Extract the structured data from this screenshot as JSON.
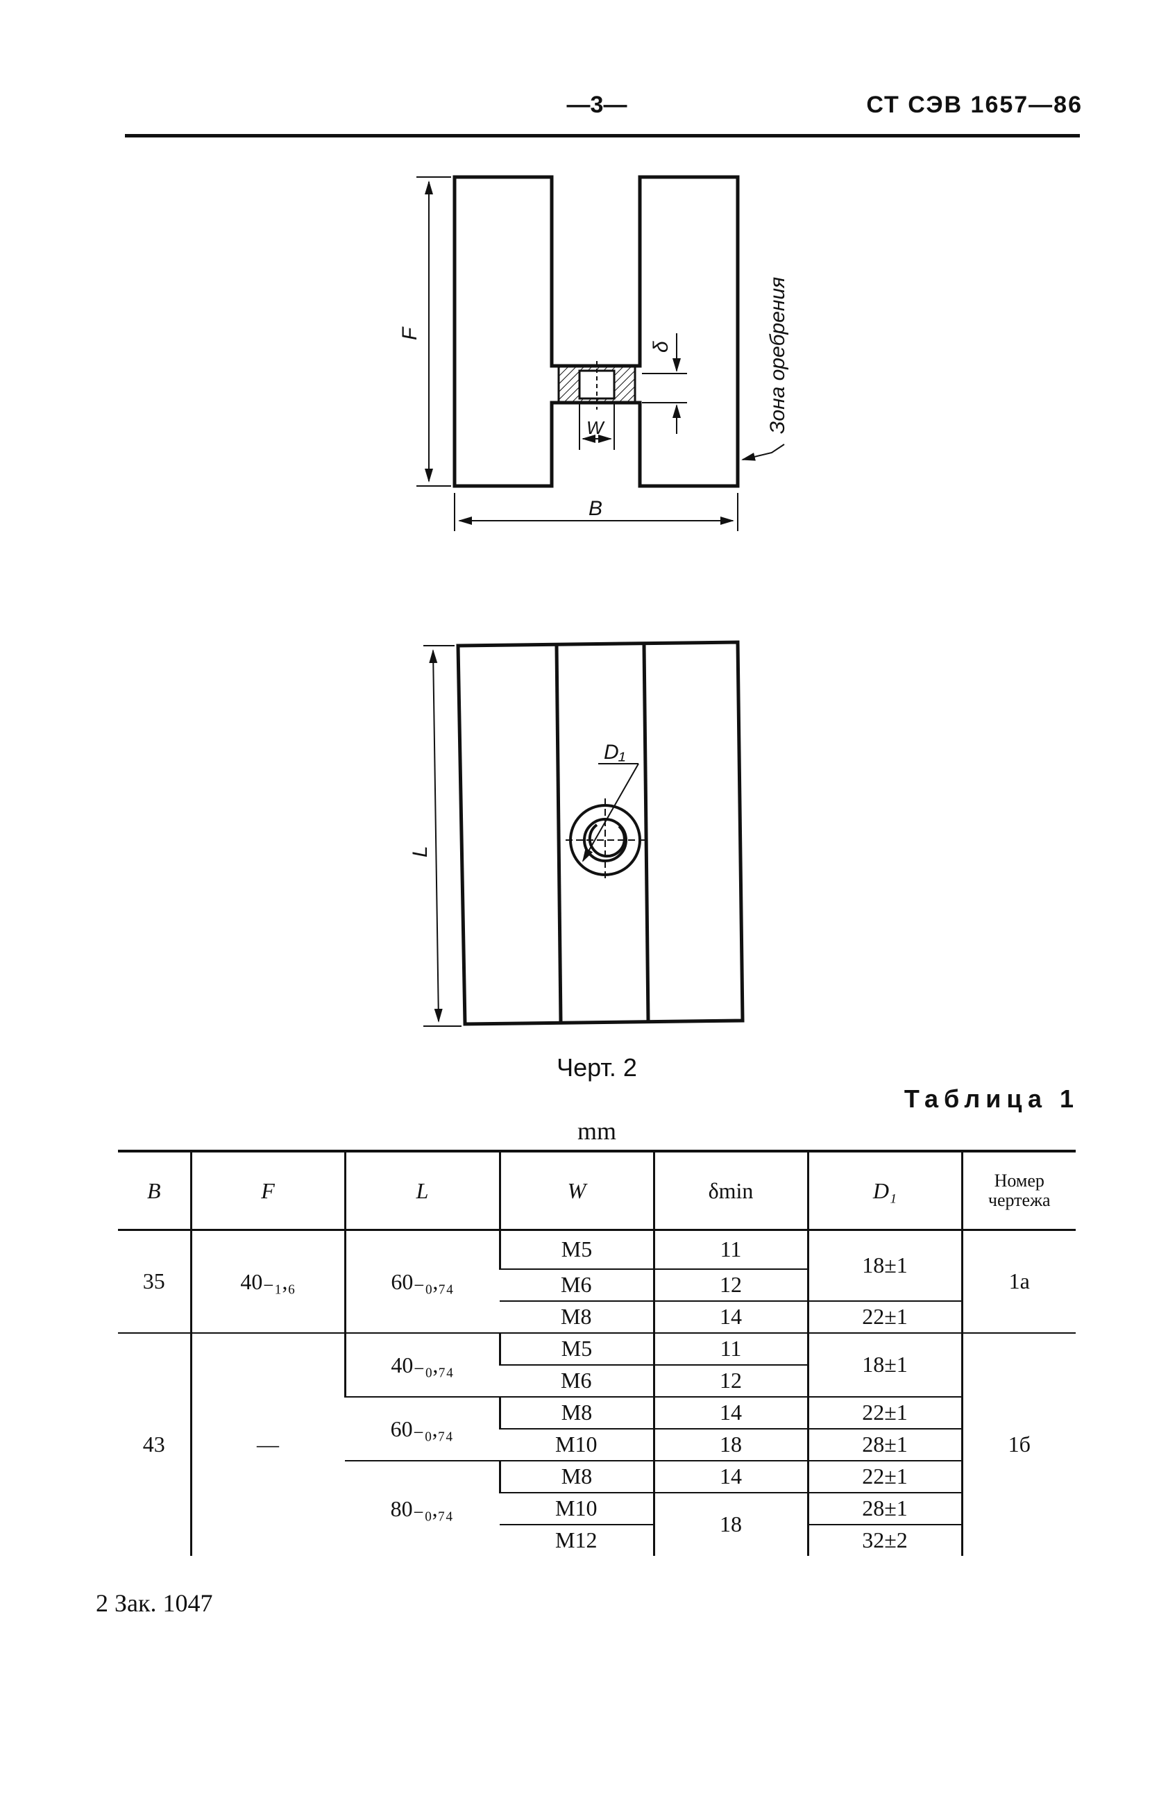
{
  "header": {
    "page_number": "—3—",
    "standard": "СТ СЭВ 1657—86"
  },
  "drawing": {
    "labels": {
      "F": "F",
      "B": "B",
      "W": "W",
      "delta": "δ",
      "zone": "Зона оребрения",
      "D1": "D₁",
      "L": "L"
    }
  },
  "caption": "Черт. 2",
  "table": {
    "title": "Таблица 1",
    "units": "mm",
    "headers": [
      "B",
      "F",
      "L",
      "W",
      "δmin",
      "D₁",
      "Номер чертежа"
    ],
    "groups": [
      {
        "B": "35",
        "F": "40₋₁,₆",
        "drawing_no": "1а",
        "rows": [
          {
            "L": "60₋₀,₇₄",
            "W": "M5",
            "delta_min": "11",
            "D1": "18±1"
          },
          {
            "L": "",
            "W": "M6",
            "delta_min": "12",
            "D1": ""
          },
          {
            "L": "",
            "W": "M8",
            "delta_min": "14",
            "D1": "22±1"
          }
        ]
      },
      {
        "B": "43",
        "F": "—",
        "drawing_no": "1б",
        "rows": [
          {
            "L": "40₋₀,₇₄",
            "W": "M5",
            "delta_min": "11",
            "D1": "18±1"
          },
          {
            "L": "",
            "W": "M6",
            "delta_min": "12",
            "D1": ""
          },
          {
            "L": "60₋₀,₇₄",
            "W": "M8",
            "delta_min": "14",
            "D1": "22±1"
          },
          {
            "L": "",
            "W": "M10",
            "delta_min": "18",
            "D1": "28±1"
          },
          {
            "L": "80₋₀,₇₄",
            "W": "M8",
            "delta_min": "14",
            "D1": "22±1"
          },
          {
            "L": "",
            "W": "M10",
            "delta_min": "18",
            "D1": "28±1"
          },
          {
            "L": "",
            "W": "M12",
            "delta_min": "",
            "D1": "32±2"
          }
        ]
      }
    ]
  },
  "footer": "2 Зак. 1047"
}
